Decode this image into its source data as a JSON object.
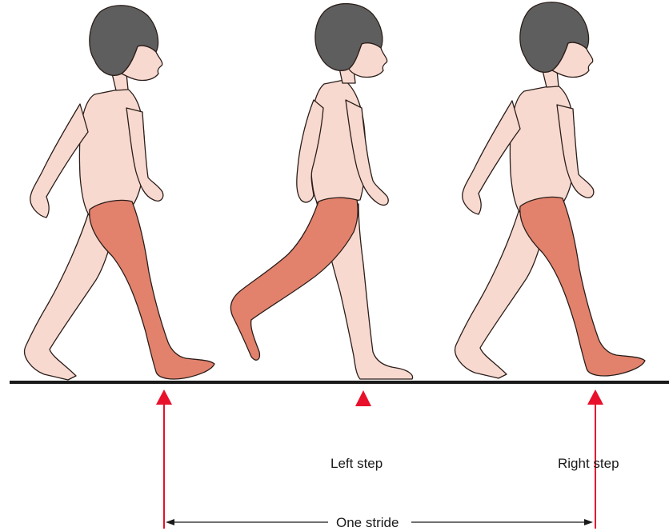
{
  "labels": {
    "left_step": "Left step",
    "right_step": "Right step",
    "one_stride": "One stride"
  },
  "colors": {
    "skin": "#f7d9cf",
    "skin_outline": "#2b1d1a",
    "highlighted_leg": "#e2826c",
    "hair": "#5e5e5e",
    "ground": "#1a1a1a",
    "marker": "#e8102b"
  },
  "figures": [
    {
      "name": "walker-1-heel-strike",
      "highlighted_leg": "front"
    },
    {
      "name": "walker-2-swing",
      "highlighted_leg": "back"
    },
    {
      "name": "walker-3-heel-strike",
      "highlighted_leg": "front"
    }
  ]
}
